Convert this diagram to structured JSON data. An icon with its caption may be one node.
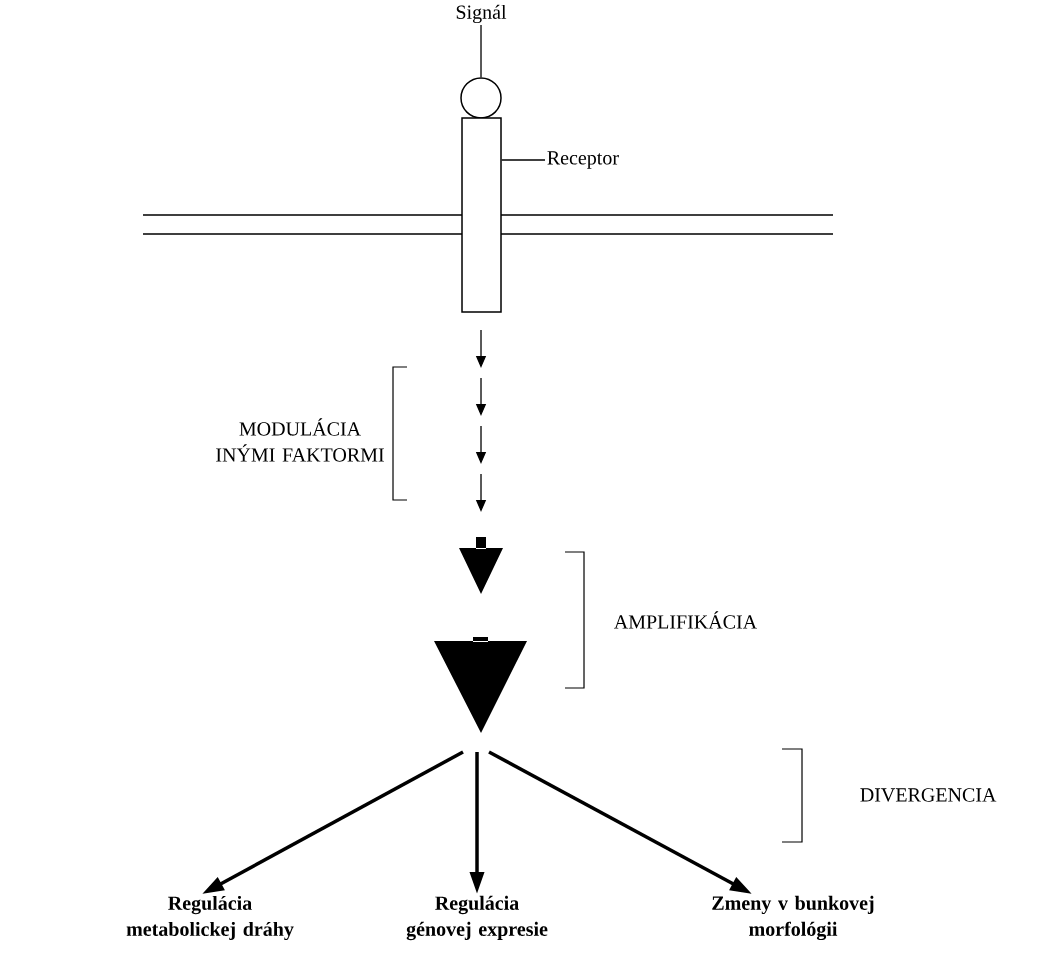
{
  "diagram": {
    "nodes": [
      {
        "text": [
          "Signál"
        ]
      },
      {
        "text": [],
        "shape": "circle"
      },
      {
        "text": [
          "Receptor"
        ]
      },
      {
        "text": [],
        "shape": "box"
      },
      {
        "text": [
          "Regulácia metabolickej dráhy"
        ]
      },
      {
        "text": [
          "Regulácia génovej expresie"
        ]
      },
      {
        "text": [
          "Zmeny v bunkovej morfológii"
        ]
      }
    ],
    "edges": [
      {
        "from": 0,
        "to": 1,
        "arrow": "none"
      },
      {
        "from": 2,
        "to": 3,
        "arrow": "none"
      },
      {
        "from": null,
        "to": 4,
        "arrow": "to"
      },
      {
        "from": null,
        "to": 5,
        "arrow": "to"
      },
      {
        "from": null,
        "to": 6,
        "arrow": "to"
      }
    ],
    "labels": [
      "MODULÁCIA INÝMI FAKTORMI",
      "AMPLIFIKÁCIA",
      "DIVERGENCIA"
    ]
  }
}
